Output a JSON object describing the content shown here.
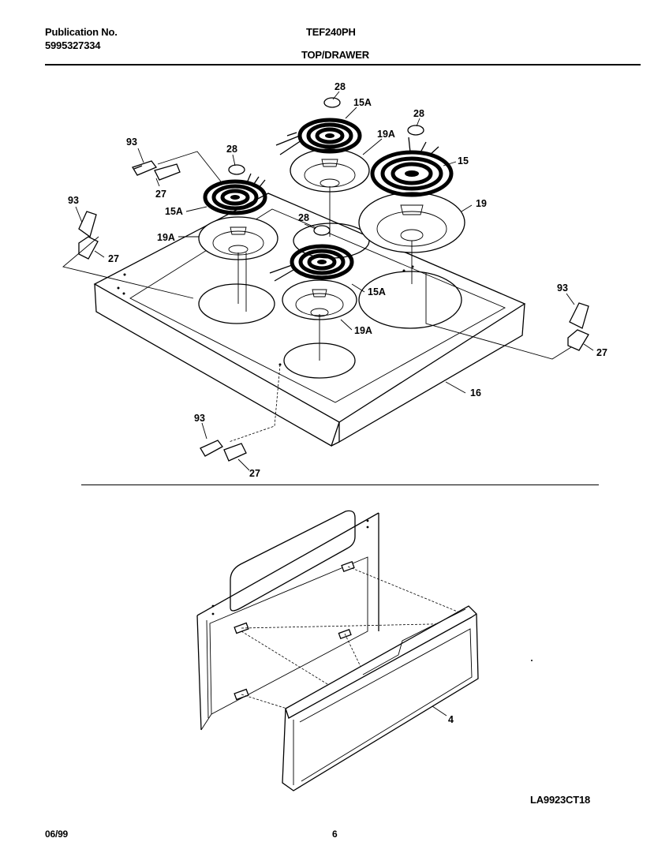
{
  "header": {
    "publication_label": "Publication No.",
    "publication_number": "5995327334",
    "model": "TEF240PH",
    "section": "TOP/DRAWER"
  },
  "top_labels": [
    {
      "id": "28-a",
      "text": "28"
    },
    {
      "id": "15A-a",
      "text": "15A"
    },
    {
      "id": "28-b",
      "text": "28"
    },
    {
      "id": "19A-a",
      "text": "19A"
    },
    {
      "id": "15",
      "text": "15"
    },
    {
      "id": "93-a",
      "text": "93"
    },
    {
      "id": "28-c",
      "text": "28"
    },
    {
      "id": "27-a",
      "text": "27"
    },
    {
      "id": "15A-b",
      "text": "15A"
    },
    {
      "id": "19",
      "text": "19"
    },
    {
      "id": "93-b",
      "text": "93"
    },
    {
      "id": "28-d",
      "text": "28"
    },
    {
      "id": "19A-b",
      "text": "19A"
    },
    {
      "id": "27-b",
      "text": "27"
    },
    {
      "id": "15A-c",
      "text": "15A"
    },
    {
      "id": "93-c",
      "text": "93"
    },
    {
      "id": "19A-c",
      "text": "19A"
    },
    {
      "id": "27-c",
      "text": "27"
    },
    {
      "id": "16",
      "text": "16"
    },
    {
      "id": "93-d",
      "text": "93"
    },
    {
      "id": "27-d",
      "text": "27"
    }
  ],
  "bottom_labels": [
    {
      "id": "4",
      "text": "4"
    }
  ],
  "footer": {
    "drawing_code": "LA9923CT18",
    "date": "06/99",
    "page": "6"
  }
}
